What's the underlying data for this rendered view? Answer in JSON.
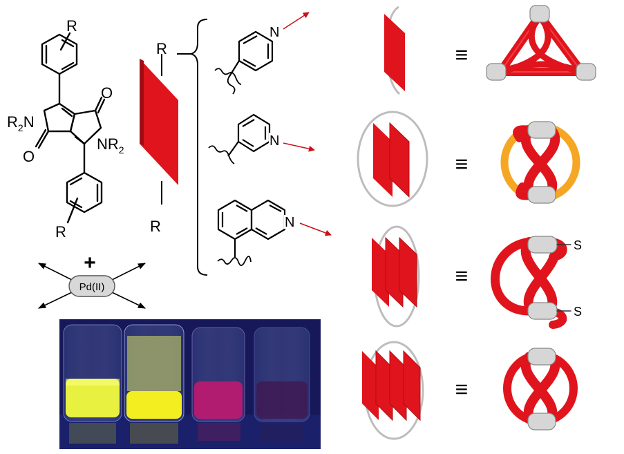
{
  "substituent_R": "R",
  "n_substituent": "R",
  "n_subscript": "2",
  "oxygen": "O",
  "nitrogen": "N",
  "plus_sign": "+",
  "metal_center": "Pd(II)",
  "equivalence_sign": "≡",
  "ligand_variants": [
    "4-pyridyl",
    "3-pyridyl",
    "8-isoquinolinyl"
  ],
  "assemblies": [
    {
      "ligand_layers": 1,
      "topology": "tetrahedral cage"
    },
    {
      "ligand_layers": 2,
      "topology": "interpenetrated double cage"
    },
    {
      "ligand_layers": 3,
      "topology": "triple-stranded knot with S"
    },
    {
      "ligand_layers": 4,
      "topology": "quadruple interlocked cage"
    }
  ],
  "site_label": "S",
  "colors": {
    "ligand_red": "#e0141c",
    "metal_gray": "#c8c8c8",
    "ring_orange": "#f5a623",
    "arrow_red": "#c8101a",
    "photo_bg": "#17185a"
  },
  "photo": {
    "vials": [
      {
        "solution_color": "#e8f040"
      },
      {
        "solution_color": "#f2ee20"
      },
      {
        "solution_color": "#c81870"
      },
      {
        "solution_color": "#401850"
      }
    ]
  }
}
